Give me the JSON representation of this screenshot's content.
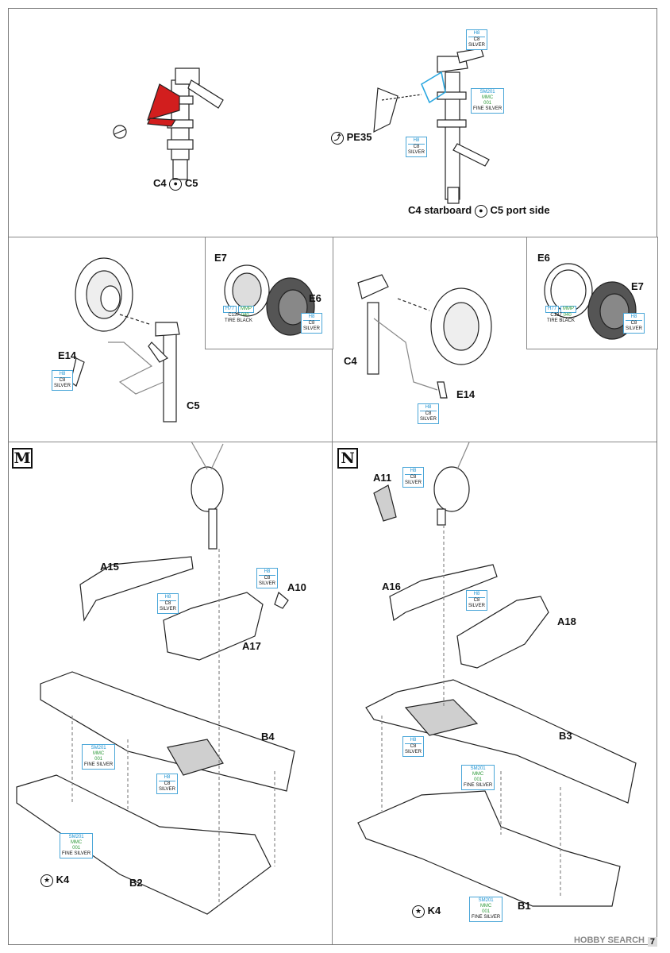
{
  "panels": {
    "top_left": {
      "label": "C4",
      "label2": "C5"
    },
    "top_right": {
      "label": "C4 starboard",
      "label2": "C5 port side",
      "pe_label": "PE35",
      "paint_a": {
        "h": "H8",
        "c": "C8",
        "n": "SILVER"
      },
      "paint_b": {
        "h": "SM201",
        "g": "MMC",
        "g2": "001",
        "n": "FINE SILVER"
      },
      "paint_c": {
        "h": "H8",
        "c": "C8",
        "n": "SILVER"
      }
    },
    "mid_left": {
      "c5": "C5",
      "e14": "E14",
      "paint": {
        "h": "H8",
        "c": "C8",
        "n": "SILVER"
      },
      "inset": {
        "e7": "E7",
        "e6": "E6",
        "tire": {
          "h": "H77",
          "g": "MMP",
          "c": "C137",
          "g2": "040",
          "n": "TIRE BLACK"
        },
        "hub": {
          "h": "H8",
          "c": "C8",
          "n": "SILVER"
        }
      }
    },
    "mid_right": {
      "c4": "C4",
      "e14": "E14",
      "paint": {
        "h": "H8",
        "c": "C8",
        "n": "SILVER"
      },
      "inset": {
        "e6": "E6",
        "e7": "E7",
        "tire": {
          "h": "H77",
          "g": "MMP",
          "c": "C137",
          "g2": "040",
          "n": "TIRE BLACK"
        },
        "hub": {
          "h": "H8",
          "c": "C8",
          "n": "SILVER"
        }
      }
    },
    "m": {
      "section": "M",
      "a15": "A15",
      "a10": "A10",
      "a17": "A17",
      "b4": "B4",
      "b2": "B2",
      "k4": "K4",
      "paint_a10": {
        "h": "H8",
        "c": "C8",
        "n": "SILVER"
      },
      "paint_a15": {
        "h": "H8",
        "c": "C8",
        "n": "SILVER"
      },
      "paint_wing": {
        "h": "SM201",
        "g": "MMC",
        "g2": "001",
        "n": "FINE SILVER"
      },
      "paint_bay": {
        "h": "H8",
        "c": "C8",
        "n": "SILVER"
      },
      "paint_k4": {
        "h": "SM201",
        "g": "MMC",
        "g2": "001",
        "n": "FINE SILVER"
      }
    },
    "n": {
      "section": "N",
      "a11": "A11",
      "a16": "A16",
      "a18": "A18",
      "b3": "B3",
      "b1": "B1",
      "k4": "K4",
      "paint_a11": {
        "h": "H8",
        "c": "C8",
        "n": "SILVER"
      },
      "paint_a16": {
        "h": "H8",
        "c": "C8",
        "n": "SILVER"
      },
      "paint_bay": {
        "h": "H8",
        "c": "C8",
        "n": "SILVER"
      },
      "paint_wing": {
        "h": "SM201",
        "g": "MMC",
        "g2": "001",
        "n": "FINE SILVER"
      },
      "paint_k4": {
        "h": "SM201",
        "g": "MMC",
        "g2": "001",
        "n": "FINE SILVER"
      }
    }
  },
  "footer": {
    "watermark": "HOBBY SEARCH",
    "page_number": "7"
  },
  "colors": {
    "paint_code": "#1890d0",
    "paint_alt": "#2f9a3a",
    "highlight_red": "#d21e1e",
    "highlight_blue": "#2aa7e0",
    "bay_fill": "#cfcfcf"
  }
}
